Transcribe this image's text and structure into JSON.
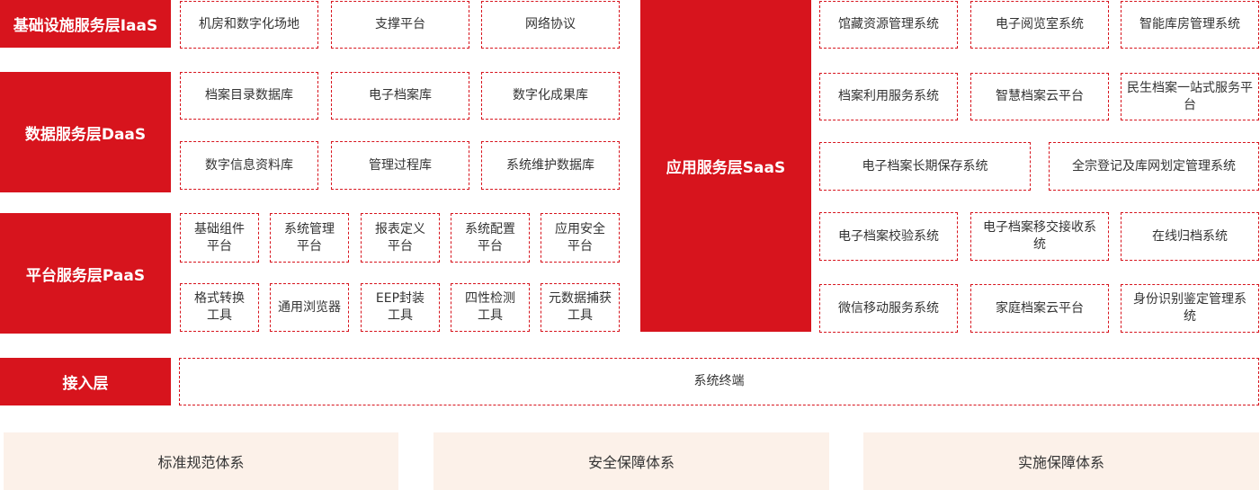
{
  "layers": {
    "iaas": "基础设施服务层IaaS",
    "daas": "数据服务层DaaS",
    "paas": "平台服务层PaaS",
    "access": "接入层",
    "saas": "应用服务层SaaS"
  },
  "iaas_items": [
    "机房和数字化场地",
    "支撑平台",
    "网络协议"
  ],
  "daas_items": [
    "档案目录数据库",
    "电子档案库",
    "数字化成果库",
    "数字信息资料库",
    "管理过程库",
    "系统维护数据库"
  ],
  "paas_items": [
    "基础组件平台",
    "系统管理平台",
    "报表定义平台",
    "系统配置平台",
    "应用安全平台",
    "格式转换工具",
    "通用浏览器",
    "EEP封装工具",
    "四性检测工具",
    "元数据捕获工具"
  ],
  "access_item": "系统终端",
  "saas_items": [
    "馆藏资源管理系统",
    "电子阅览室系统",
    "智能库房管理系统",
    "档案利用服务系统",
    "智慧档案云平台",
    "民生档案一站式服务平台",
    "电子档案长期保存系统",
    "全宗登记及库网划定管理系统",
    "电子档案校验系统",
    "电子档案移交接收系统",
    "在线归档系统",
    "微信移动服务系统",
    "家庭档案云平台",
    "身份识别鉴定管理系统"
  ],
  "footers": [
    "标准规范体系",
    "安全保障体系",
    "实施保障体系"
  ],
  "colors": {
    "accent": "#d7141d",
    "footer_bg": "#fcf1e9"
  }
}
